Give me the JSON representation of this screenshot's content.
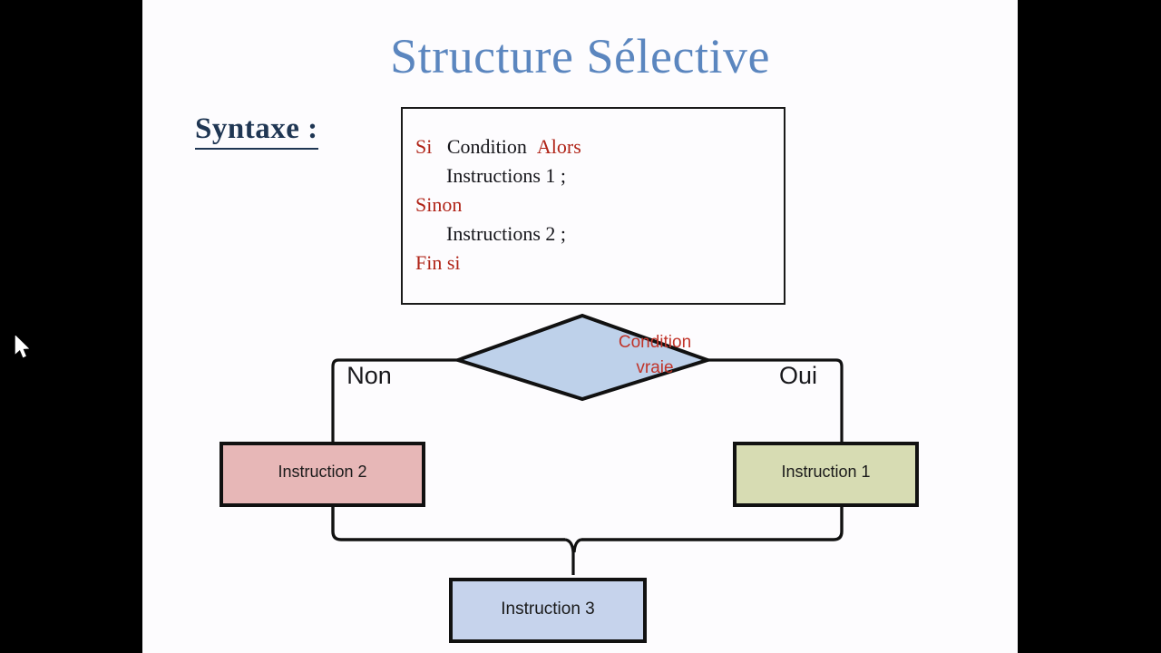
{
  "slide": {
    "title": "Structure Sélective",
    "section_label": "Syntaxe :",
    "title_color": "#5b86bf",
    "label_color": "#1f3653",
    "background": "#fdfcfe",
    "letterbox_color": "#000000"
  },
  "code_block": {
    "keyword_color": "#b02418",
    "text_color": "#15151a",
    "border_color": "#1a1a1a",
    "lines": [
      {
        "keyword": "Si",
        "text": "Condition",
        "keyword2": "Alors"
      },
      {
        "indented": true,
        "text": "Instructions 1 ;"
      },
      {
        "keyword": "Sinon"
      },
      {
        "indented": true,
        "text": "Instructions 2 ;"
      },
      {
        "keyword": "Fin si"
      }
    ],
    "tokens": {
      "si": "Si",
      "condition": "Condition",
      "alors": "Alors",
      "instructions1": "Instructions 1 ;",
      "sinon": "Sinon",
      "instructions2": "Instructions 2 ;",
      "fin_si": "Fin si"
    }
  },
  "flowchart": {
    "decision": {
      "text_line1": "Condition",
      "text_line2": "vraie",
      "fill": "#bed1ea",
      "stroke": "#111111",
      "text_color": "#c0342a"
    },
    "branches": {
      "false_label": "Non",
      "true_label": "Oui",
      "label_color": "#18181c"
    },
    "nodes": [
      {
        "name": "instruction-2",
        "label": "Instruction 2",
        "fill": "#e7b7b7",
        "stroke": "#111111",
        "text_color": "#1a1a1a"
      },
      {
        "name": "instruction-1",
        "label": "Instruction 1",
        "fill": "#d7dcb3",
        "stroke": "#111111",
        "text_color": "#1a1a1a"
      },
      {
        "name": "instruction-3",
        "label": "Instruction 3",
        "fill": "#c6d3ec",
        "stroke": "#111111",
        "text_color": "#1a1a1a"
      }
    ],
    "connector_color": "#111111"
  },
  "pointer": {
    "icon": "mouse-cursor-arrow",
    "color": "#ffffff"
  }
}
